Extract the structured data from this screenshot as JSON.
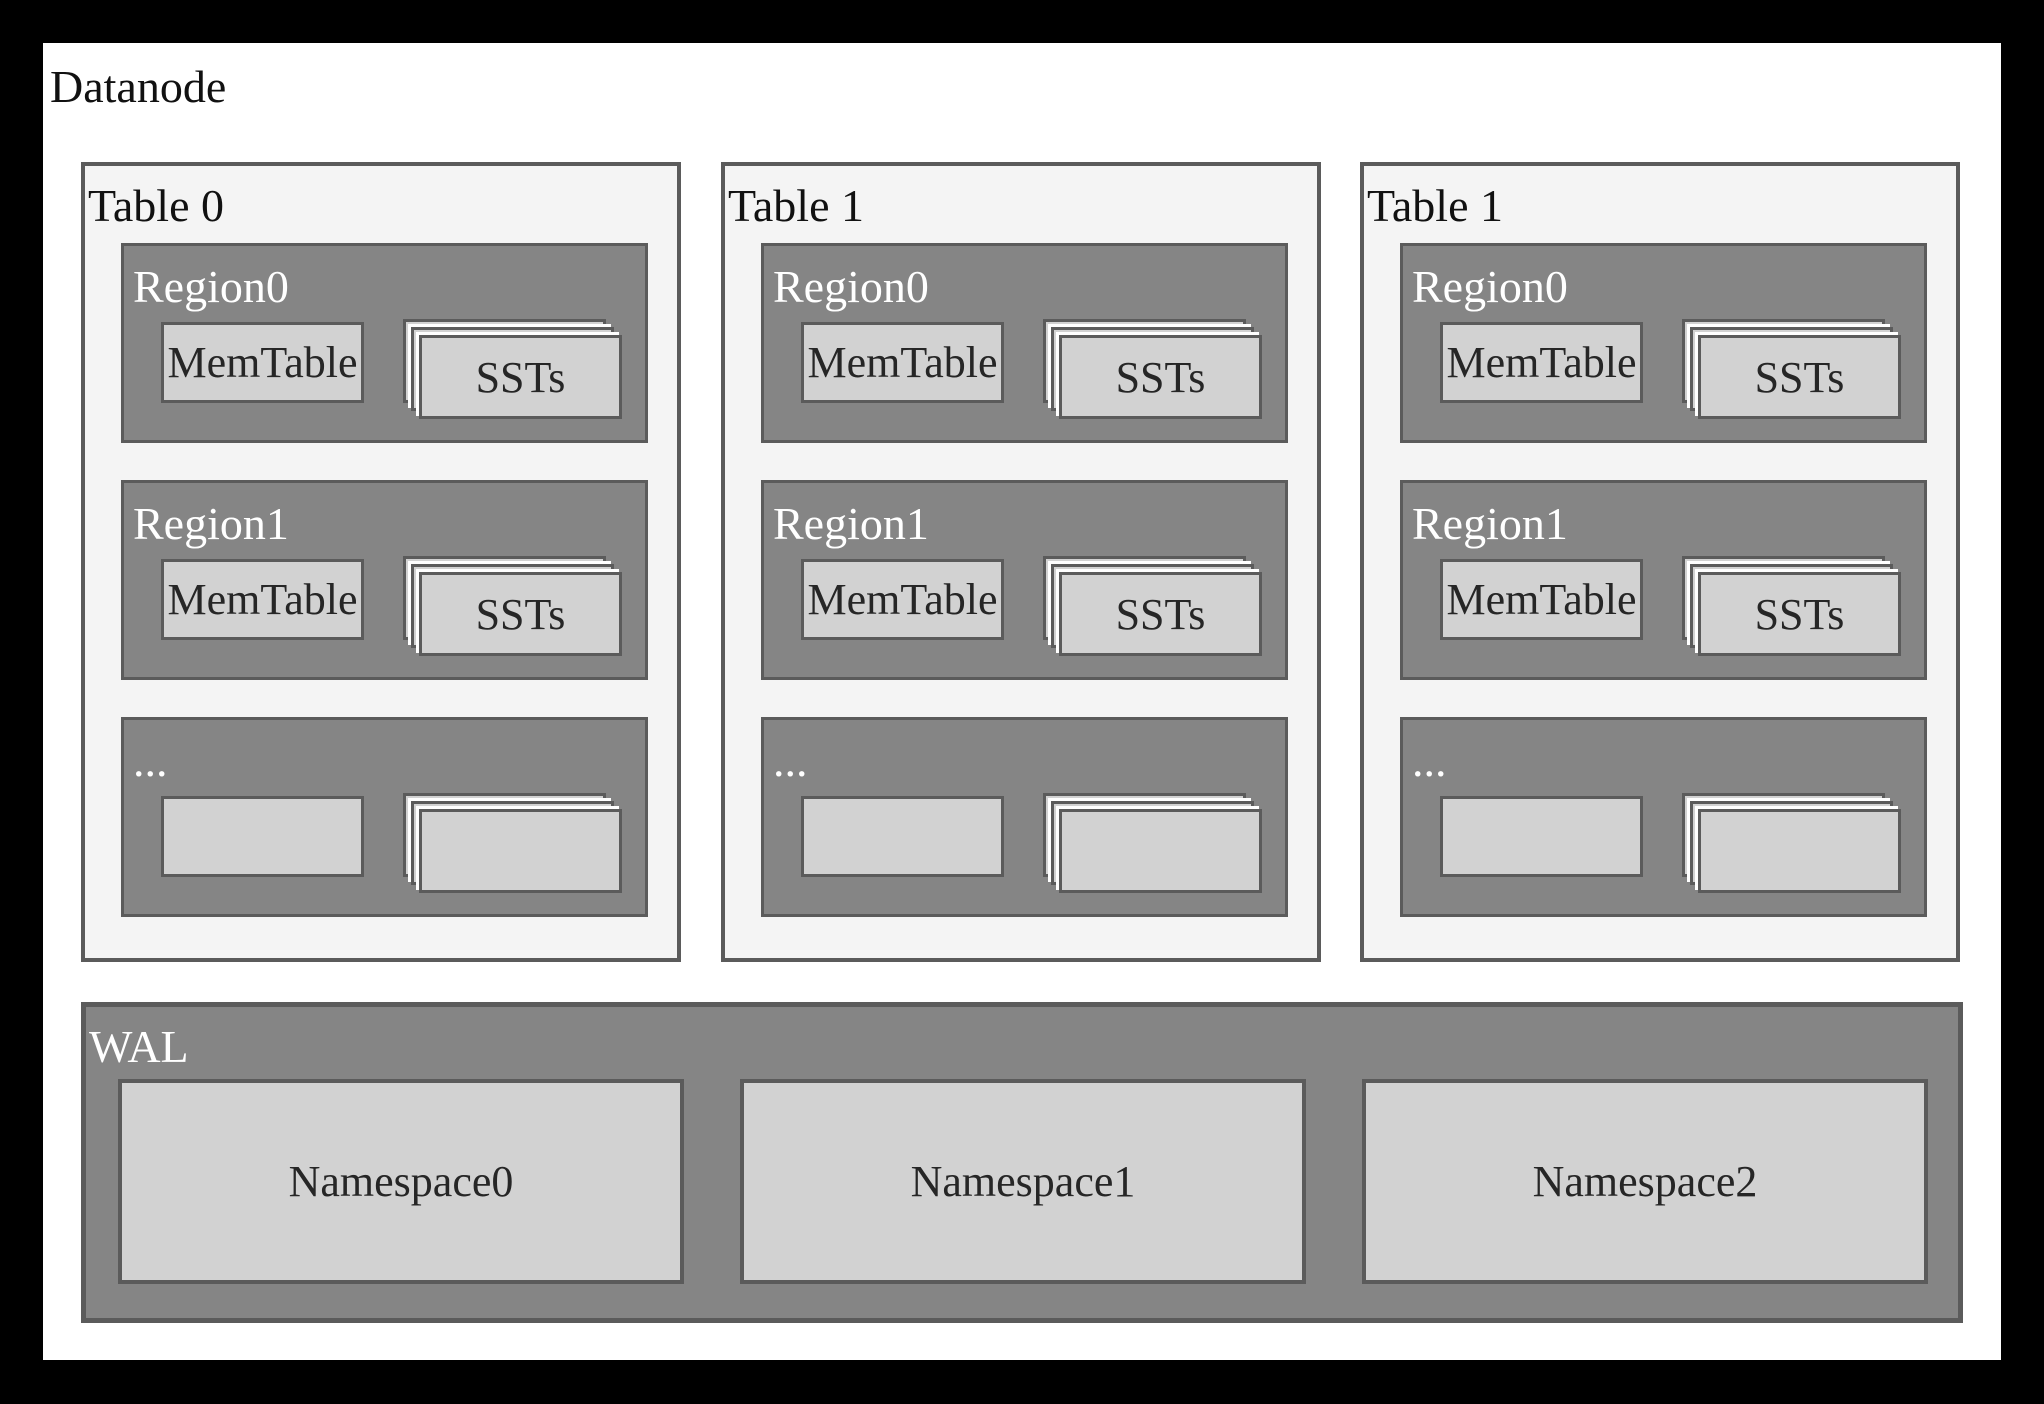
{
  "title": "Datanode",
  "tables": [
    {
      "label": "Table 0",
      "regions": [
        {
          "label": "Region0",
          "memtable": "MemTable",
          "ssts": "SSTs"
        },
        {
          "label": "Region1",
          "memtable": "MemTable",
          "ssts": "SSTs"
        },
        {
          "label": "...",
          "memtable": "",
          "ssts": ""
        }
      ]
    },
    {
      "label": "Table 1",
      "regions": [
        {
          "label": "Region0",
          "memtable": "MemTable",
          "ssts": "SSTs"
        },
        {
          "label": "Region1",
          "memtable": "MemTable",
          "ssts": "SSTs"
        },
        {
          "label": "...",
          "memtable": "",
          "ssts": ""
        }
      ]
    },
    {
      "label": "Table 1",
      "regions": [
        {
          "label": "Region0",
          "memtable": "MemTable",
          "ssts": "SSTs"
        },
        {
          "label": "Region1",
          "memtable": "MemTable",
          "ssts": "SSTs"
        },
        {
          "label": "...",
          "memtable": "",
          "ssts": ""
        }
      ]
    }
  ],
  "wal": {
    "label": "WAL",
    "namespaces": [
      {
        "label": "Namespace0"
      },
      {
        "label": "Namespace1"
      },
      {
        "label": "Namespace2"
      }
    ]
  },
  "colors": {
    "frame": "#000000",
    "content_bg": "#ffffff",
    "table_bg": "#f4f4f4",
    "panel_gray": "#858585",
    "box_gray": "#d2d2d2",
    "border_gray": "#5b5b5b",
    "text_dark": "#262626",
    "text_black": "#111111",
    "text_white": "#ffffff"
  }
}
